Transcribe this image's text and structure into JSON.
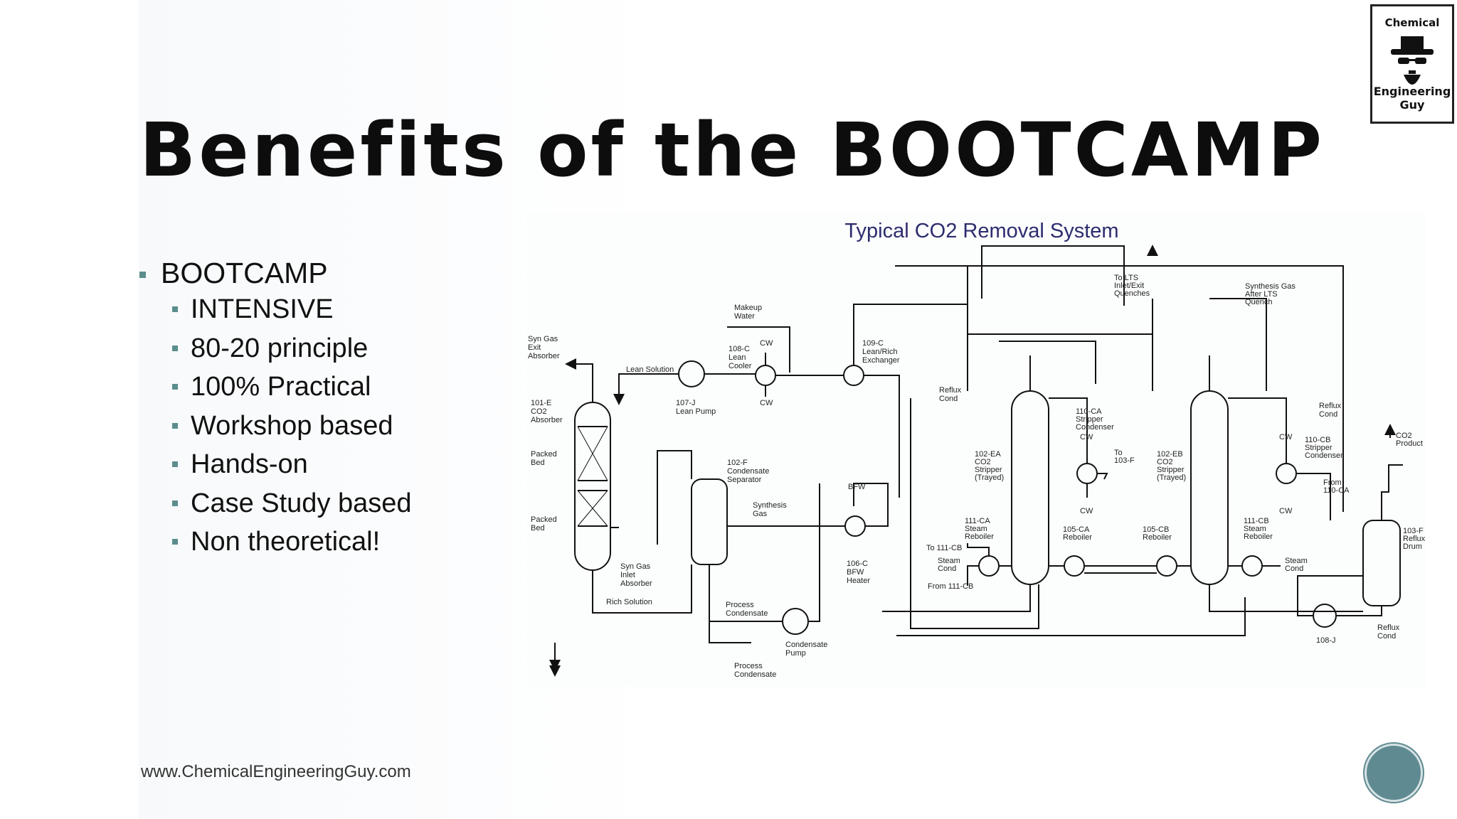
{
  "slide": {
    "title": "Benefits of the BOOTCAMP",
    "bullet_main": "BOOTCAMP",
    "sub_bullets": [
      "INTENSIVE",
      "80-20 principle",
      "100% Practical",
      "Workshop based",
      "Hands-on",
      "Case Study based",
      "Non theoretical!"
    ],
    "footer_url": "www.ChemicalEngineeringGuy.com"
  },
  "logo": {
    "top_text": "Chemical",
    "bottom_text": "Engineering Guy",
    "icon": "hat-and-glasses-icon"
  },
  "colors": {
    "bullet": "#5b8d8d",
    "badge": "#5f8a92",
    "diagram_title": "#2c2c6e"
  },
  "diagram": {
    "title": "Typical CO2 Removal System",
    "labels": {
      "syn_gas_exit": [
        "Syn Gas",
        "Exit",
        "Absorber"
      ],
      "absorber": [
        "101-E",
        "CO2",
        "Absorber"
      ],
      "packed_bed": [
        "Packed",
        "Bed"
      ],
      "lean_solution": "Lean Solution",
      "lean_pump": [
        "107-J",
        "Lean Pump"
      ],
      "makeup_water": [
        "Makeup",
        "Water"
      ],
      "lean_cooler": [
        "108-C",
        "Lean",
        "Cooler"
      ],
      "cw": "CW",
      "exchanger": [
        "109-C",
        "Lean/Rich",
        "Exchanger"
      ],
      "condensate_separator": [
        "102-F",
        "Condensate",
        "Separator"
      ],
      "synthesis_gas": [
        "Synthesis",
        "Gas"
      ],
      "bfw": "BFW",
      "bfw_heater": [
        "106-C",
        "BFW",
        "Heater"
      ],
      "syn_gas_inlet": [
        "Syn Gas",
        "Inlet",
        "Absorber"
      ],
      "rich_solution": "Rich Solution",
      "process_condensate": [
        "Process",
        "Condensate"
      ],
      "condensate_pump": [
        "Condensate",
        "Pump"
      ],
      "to_lts": [
        "To LTS",
        "Inlet/Exit",
        "Quenches"
      ],
      "synthesis_gas_after": [
        "Synthesis Gas",
        "After LTS",
        "Quench"
      ],
      "reflux_cond": [
        "Reflux",
        "Cond"
      ],
      "stripper_a": [
        "102-EA",
        "CO2",
        "Stripper",
        "(Trayed)"
      ],
      "stripper_b": [
        "102-EB",
        "CO2",
        "Stripper",
        "(Trayed)"
      ],
      "condenser_a": [
        "110-CA",
        "Stripper",
        "Condenser"
      ],
      "condenser_b": [
        "110-CB",
        "Stripper",
        "Condenser"
      ],
      "to_103f": [
        "To",
        "103-F"
      ],
      "from_110ca": [
        "From",
        "110-CA"
      ],
      "reboiler_111ca": [
        "111-CA",
        "Steam",
        "Reboiler"
      ],
      "reboiler_111cb": [
        "111-CB",
        "Steam",
        "Reboiler"
      ],
      "reboiler_105ca": [
        "105-CA",
        "Reboiler"
      ],
      "reboiler_105cb": [
        "105-CB",
        "Reboiler"
      ],
      "to_111cb": "To 111-CB",
      "steam_cond": [
        "Steam",
        "Cond"
      ],
      "from_111cb": "From 111-CB",
      "co2_product": [
        "CO2",
        "Product"
      ],
      "reflux_drum": [
        "103-F",
        "Reflux",
        "Drum"
      ],
      "pump_108j": "108-J"
    }
  }
}
